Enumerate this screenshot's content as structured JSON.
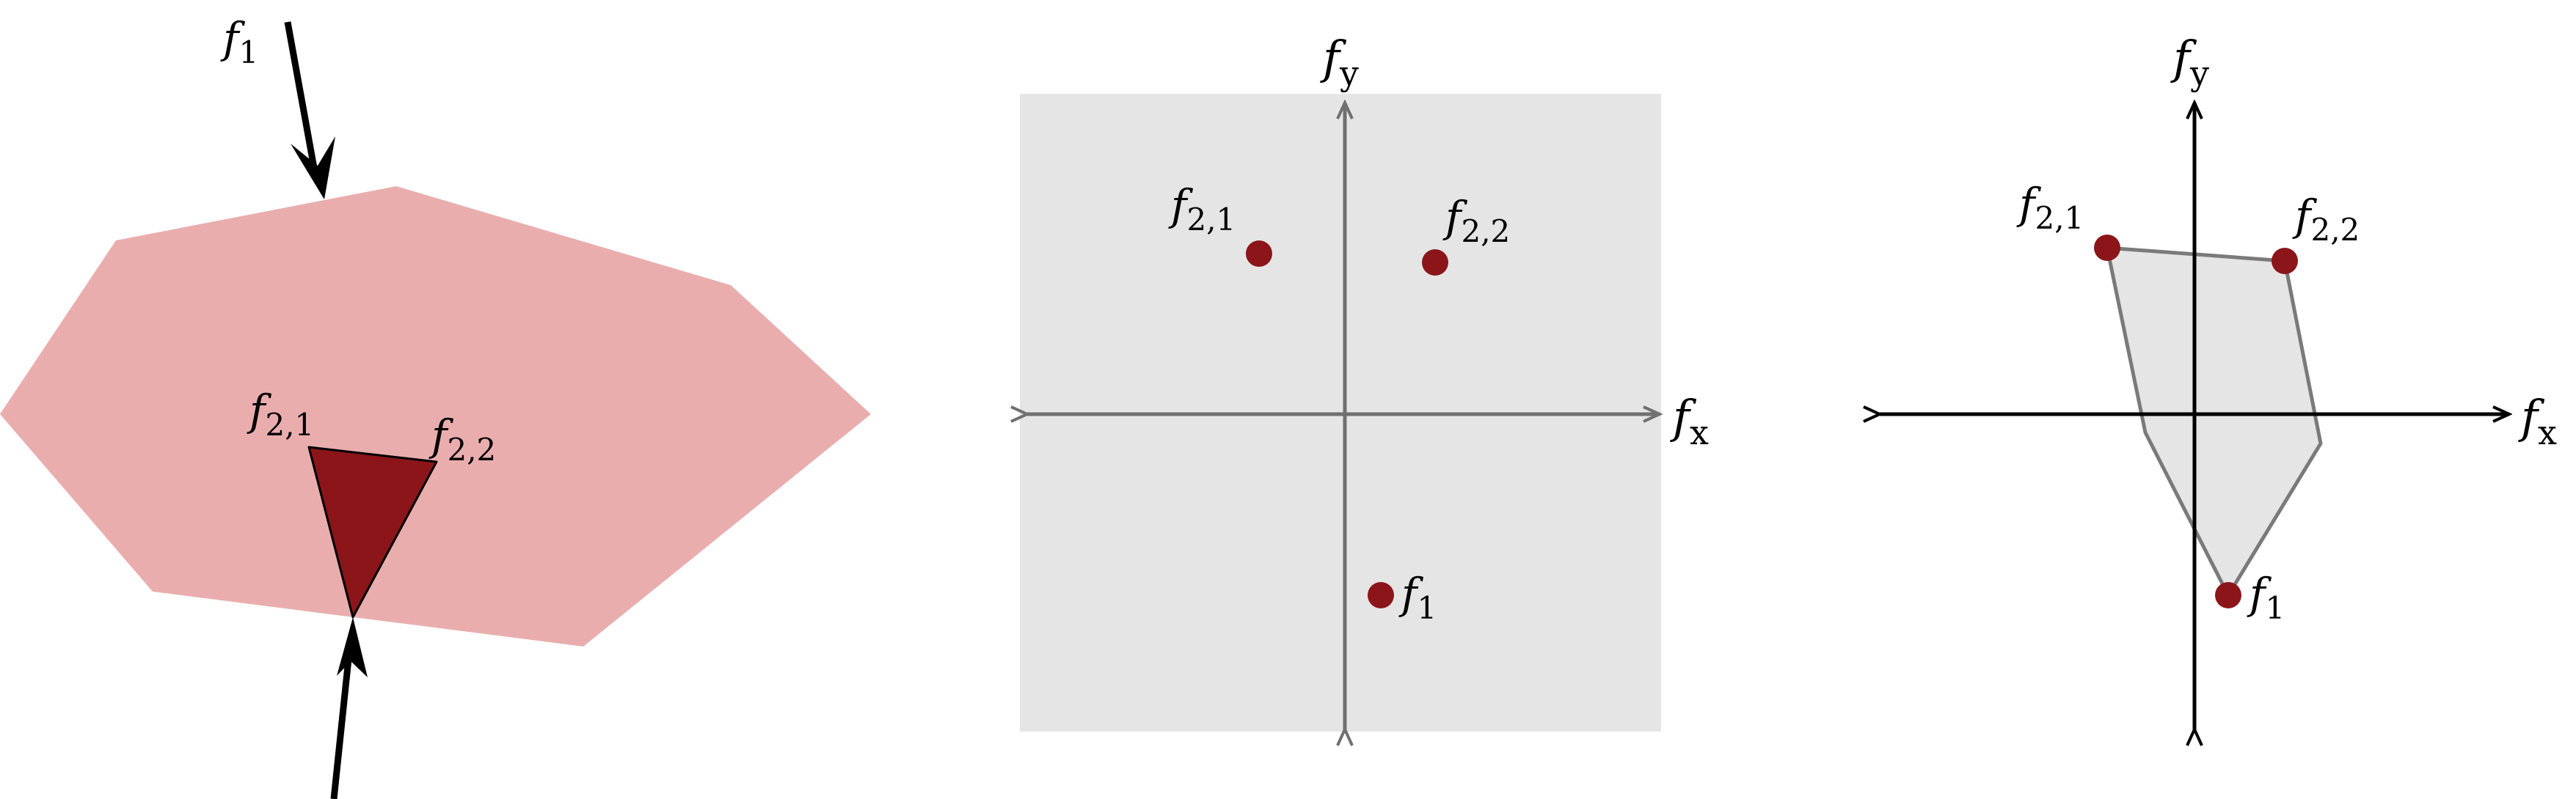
{
  "colors": {
    "polygon_fill": "#eaadad",
    "contact_triangle_fill": "#8b1519",
    "force_arrow": "#000000",
    "point_fill": "#8b1519",
    "panel2_background": "#e5e5e5",
    "panel2_axis": "#707070",
    "panel3_axis": "#000000",
    "panel3_hull_fill": "#e5e5e5",
    "panel3_hull_stroke": "#7a7a7a"
  },
  "panel1": {
    "label_f1": {
      "base": "f",
      "sub": "1"
    },
    "label_f21": {
      "base": "f",
      "sub": "2,1"
    },
    "label_f22": {
      "base": "f",
      "sub": "2,2"
    }
  },
  "panel2": {
    "axis_x_label": {
      "base": "f",
      "sub": "x"
    },
    "axis_y_label": {
      "base": "f",
      "sub": "y"
    },
    "label_f21": {
      "base": "f",
      "sub": "2,1"
    },
    "label_f22": {
      "base": "f",
      "sub": "2,2"
    },
    "label_f1": {
      "base": "f",
      "sub": "1"
    }
  },
  "panel3": {
    "axis_x_label": {
      "base": "f",
      "sub": "x"
    },
    "axis_y_label": {
      "base": "f",
      "sub": "y"
    },
    "label_f21": {
      "base": "f",
      "sub": "2,1"
    },
    "label_f22": {
      "base": "f",
      "sub": "2,2"
    },
    "label_f1": {
      "base": "f",
      "sub": "1"
    }
  }
}
